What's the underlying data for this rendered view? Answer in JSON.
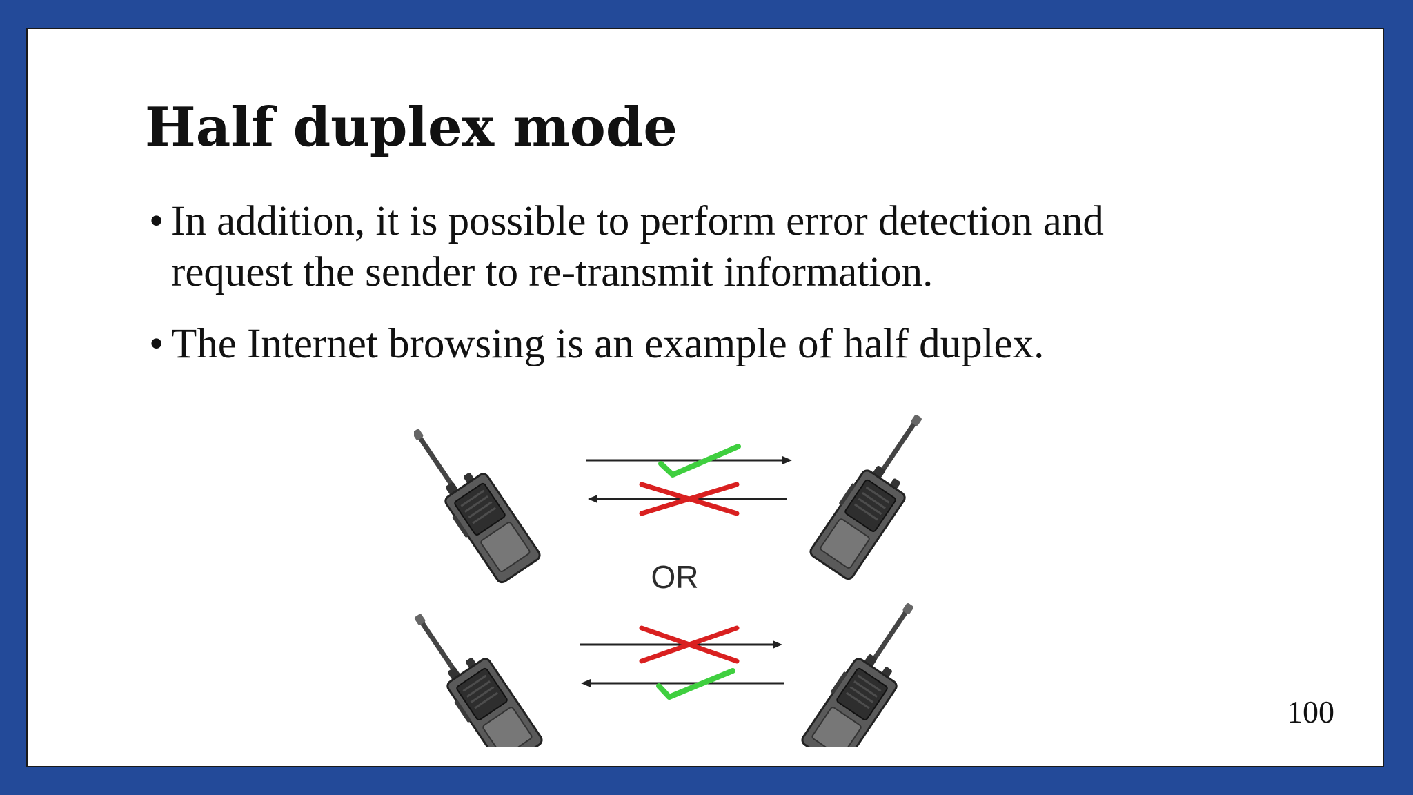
{
  "slide": {
    "title": "Half duplex mode",
    "bullets": [
      {
        "marker": "•",
        "text": "In addition, it is possible to perform error detection and request the sender to re-transmit information."
      },
      {
        "marker": "•",
        "text": "The Internet browsing is an example of half duplex."
      }
    ],
    "page_number": "100"
  },
  "diagram": {
    "separator_label": "OR",
    "icons": [
      "walkie-talkie-icon",
      "checkmark-icon",
      "cross-icon",
      "arrow-right-icon",
      "arrow-left-icon"
    ],
    "colors": {
      "frame": "#234a99",
      "check": "#3fcf3f",
      "cross": "#d92020",
      "device": "#5a5a5a"
    }
  }
}
